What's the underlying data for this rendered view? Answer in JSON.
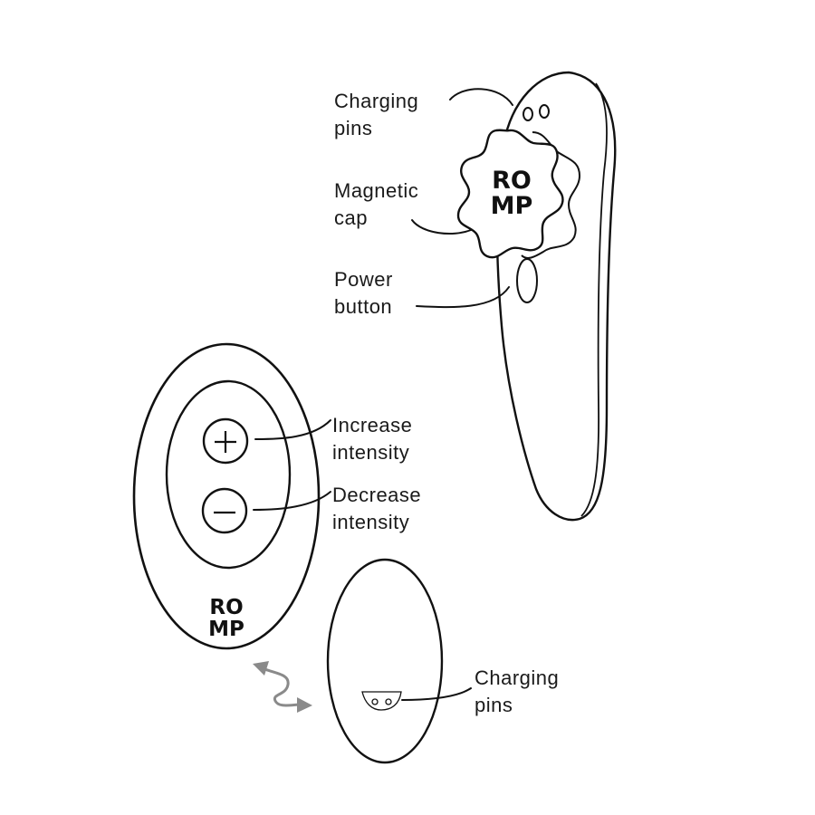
{
  "labels": {
    "charging_pins_top": {
      "line1": "Charging",
      "line2": "pins"
    },
    "magnetic_cap": {
      "line1": "Magnetic",
      "line2": "cap"
    },
    "power_button": {
      "line1": "Power",
      "line2": "button"
    },
    "increase_intensity": {
      "line1": "Increase",
      "line2": "intensity"
    },
    "decrease_intensity": {
      "line1": "Decrease",
      "line2": "intensity"
    },
    "charging_pins_bottom": {
      "line1": "Charging",
      "line2": "pins"
    }
  },
  "logo": {
    "line1": "RO",
    "line2": "MP"
  },
  "colors": {
    "stroke": "#111111",
    "arrow": "#8a8a8a",
    "background": "#ffffff"
  }
}
